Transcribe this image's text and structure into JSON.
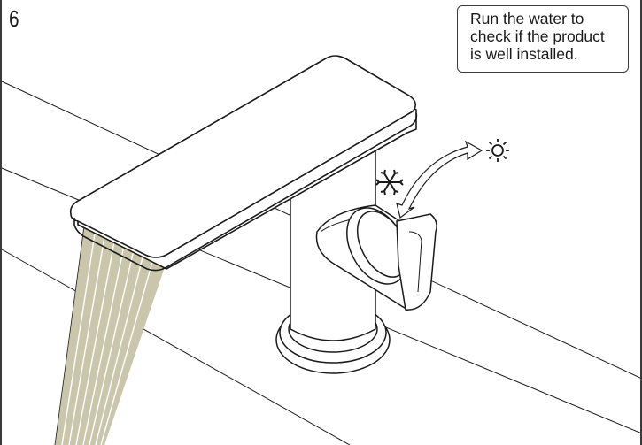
{
  "step_number": "6",
  "instruction": {
    "lines": [
      "Run the water to",
      "check if the product",
      "is well installed."
    ]
  },
  "icons": {
    "cold": "snowflake-icon",
    "hot": "sun-icon"
  },
  "colors": {
    "line": "#1a1a1a",
    "water": "#c9c6ac",
    "background": "#ffffff"
  }
}
